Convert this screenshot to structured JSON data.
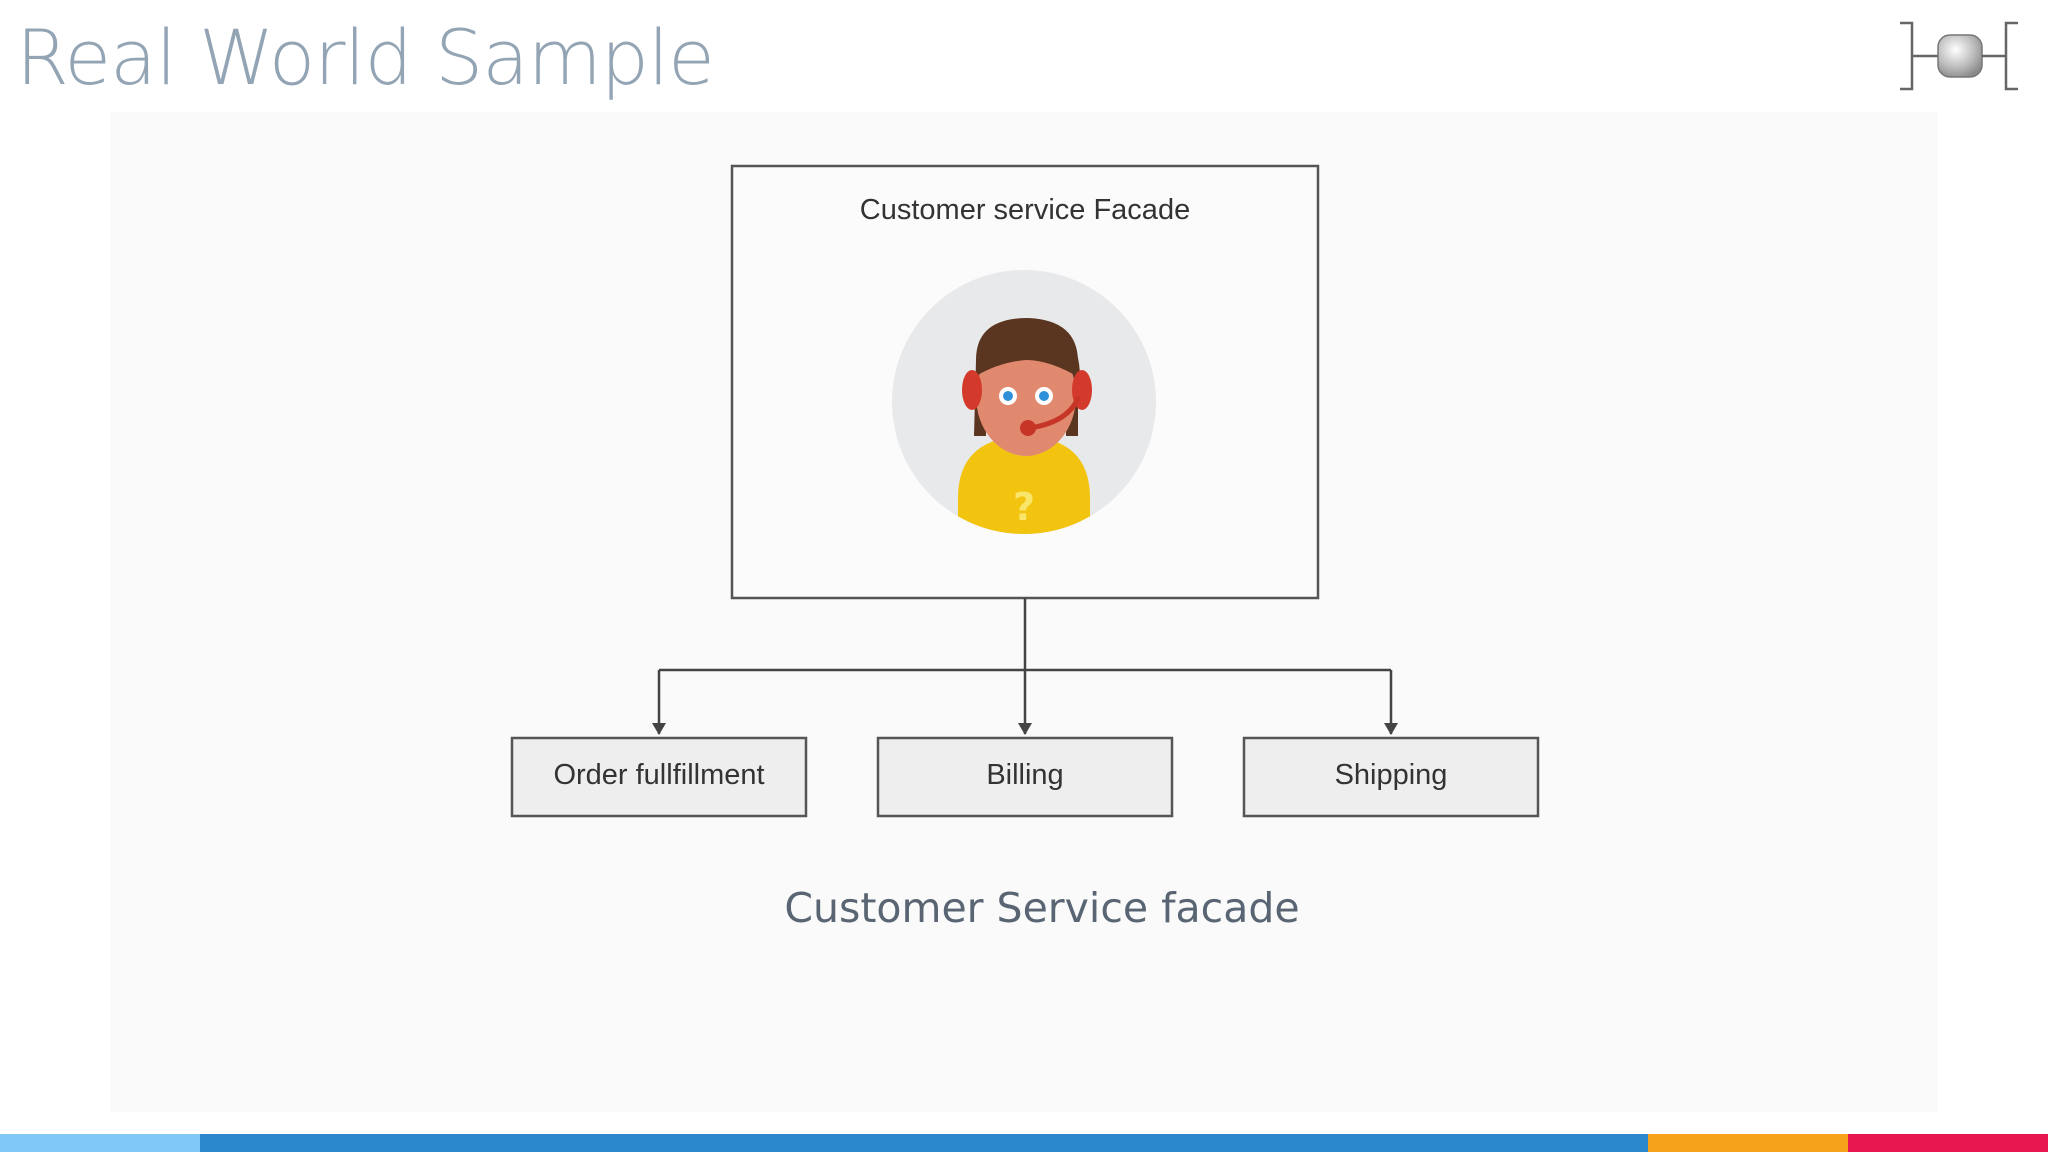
{
  "slide": {
    "title": "Real World Sample",
    "caption": "Customer Service facade"
  },
  "diagram": {
    "facade": {
      "label": "Customer service Facade",
      "icon": "customer-support-agent-icon"
    },
    "subsystems": [
      {
        "label": "Order fullfillment"
      },
      {
        "label": "Billing"
      },
      {
        "label": "Shipping"
      }
    ]
  },
  "logo": {
    "icon": "bracket-node-logo-icon"
  },
  "colors": {
    "title": "#93a4b4",
    "caption": "#5a6573",
    "diagram_stroke": "#555555",
    "subsystem_fill": "#eeeeef",
    "avatar_background": "#e8e9eb",
    "bottom_bar": [
      "#7fc8f8",
      "#2b88cc",
      "#f7a21b",
      "#e8174f"
    ]
  }
}
